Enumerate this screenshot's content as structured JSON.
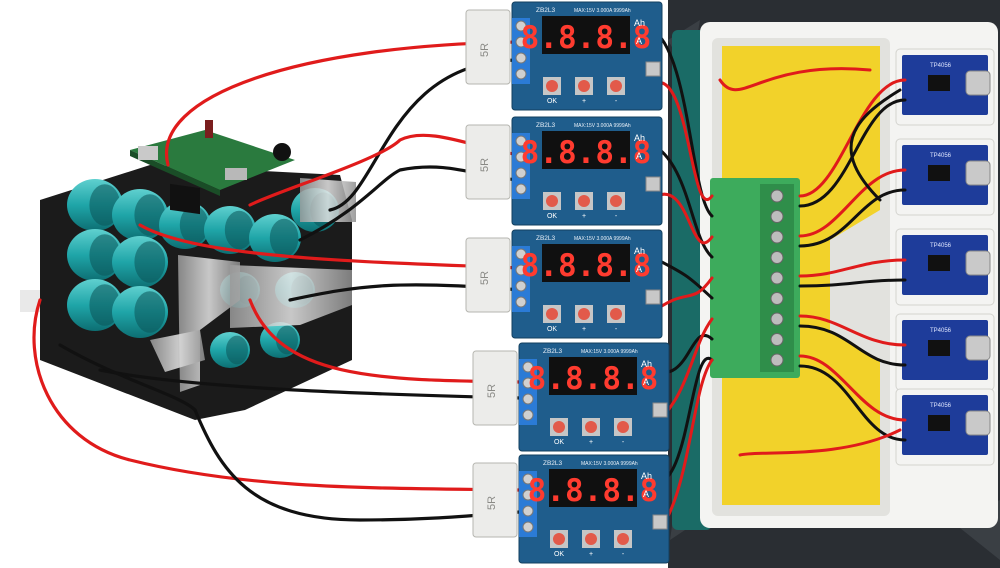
{
  "modules": [
    {
      "model": "ZB2L3",
      "spec": "MAX:15V 3.000A 9999Ah",
      "display": "8.8.8.8",
      "resistor": "5R",
      "unit_top": "Ah",
      "unit_bottom": "A",
      "buttons": [
        "OK",
        "+",
        "-"
      ]
    },
    {
      "model": "ZB2L3",
      "spec": "MAX:15V 3.000A 9999Ah",
      "display": "8.8.8.8",
      "resistor": "5R",
      "unit_top": "Ah",
      "unit_bottom": "A",
      "buttons": [
        "OK",
        "+",
        "-"
      ]
    },
    {
      "model": "ZB2L3",
      "spec": "MAX:15V 3.000A 9999Ah",
      "display": "8.8.8.8",
      "resistor": "5R",
      "unit_top": "Ah",
      "unit_bottom": "A",
      "buttons": [
        "OK",
        "+",
        "-"
      ]
    },
    {
      "model": "ZB2L3",
      "spec": "MAX:15V 3.000A 9999Ah",
      "display": "8.8.8.8",
      "resistor": "5R",
      "unit_top": "Ah",
      "unit_bottom": "A",
      "buttons": [
        "OK",
        "+",
        "-"
      ]
    },
    {
      "model": "ZB2L3",
      "spec": "MAX:15V 3.000A 9999Ah",
      "display": "8.8.8.8",
      "resistor": "5R",
      "unit_top": "Ah",
      "unit_bottom": "A",
      "buttons": [
        "OK",
        "+",
        "-"
      ]
    }
  ],
  "chargers": [
    {
      "label": "TP4056"
    },
    {
      "label": "TP4056"
    },
    {
      "label": "TP4056"
    },
    {
      "label": "TP4056"
    },
    {
      "label": "TP4056"
    }
  ],
  "colors": {
    "wire_red": "#e01b1b",
    "wire_black": "#111111",
    "pcb_blue": "#1f5d8c",
    "cell_teal": "#1fa5a8",
    "terminal_green": "#3dab5c",
    "tray_yellow": "#f2d22a",
    "tray_white": "#f4f4f2",
    "display_digit": "#ff3b2f"
  }
}
